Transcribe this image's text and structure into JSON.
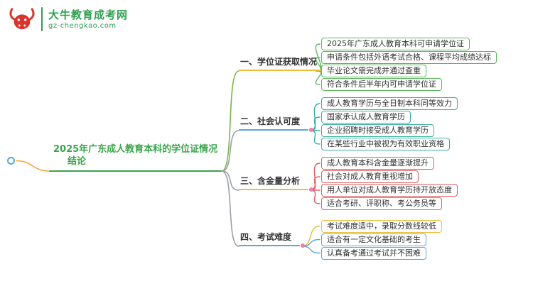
{
  "logo": {
    "title": "大牛教育成考网",
    "url": "gz-chengkao.com",
    "brand_green": "#2fa04e",
    "bull_red": "#d9342b"
  },
  "root": {
    "title": "2025年广东成人教育本科的学位证情况",
    "subtitle": "结论",
    "color": "#3aa54b"
  },
  "palette": {
    "dot_pink": "#ee7fa5",
    "root_dot_blue": "#58a7dc",
    "root_link_orange": "#f2a33c",
    "connector_gray": "#9aa0a6"
  },
  "branches": [
    {
      "label": "一、学位证获取情况",
      "underline_color": "#edbe3a",
      "connector_color": "#7ab648",
      "item_color": "#5cb85c",
      "items": [
        "2025年广东成人教育本科可申请学位证",
        "申请条件包括外语考试合格、课程平均成绩达标",
        "毕业论文需完成并通过查重",
        "符合条件后半年内可申请学位证"
      ]
    },
    {
      "label": "二、社会认可度",
      "underline_color": "#58a7dc",
      "connector_color": "#9aa0a6",
      "item_color": "#39b0a1",
      "items": [
        "成人教育学历与全日制本科同等效力",
        "国家承认成人教育学历",
        "企业招聘时接受成人教育学历",
        "在某些行业中被视为有效职业资格"
      ]
    },
    {
      "label": "三、含金量分析",
      "underline_color": "#edbe3a",
      "connector_color": "#9aa0a6",
      "item_color": "#e15f5f",
      "items": [
        "成人教育本科含金量逐渐提升",
        "社会对成人教育重视增加",
        "用人单位对成人教育学历持开放态度",
        "适合考研、评职称、考公务员等"
      ]
    },
    {
      "label": "四、考试难度",
      "underline_color": "#58a7dc",
      "connector_color": "#9aa0a6",
      "item_color": "#58a7dc",
      "item_colors": [
        "#edbe3a",
        "#58a7dc",
        "#58a7dc"
      ],
      "items": [
        "考试难度适中，录取分数线较低",
        "适合有一定文化基础的考生",
        "认真备考通过考试并不困难"
      ]
    }
  ]
}
